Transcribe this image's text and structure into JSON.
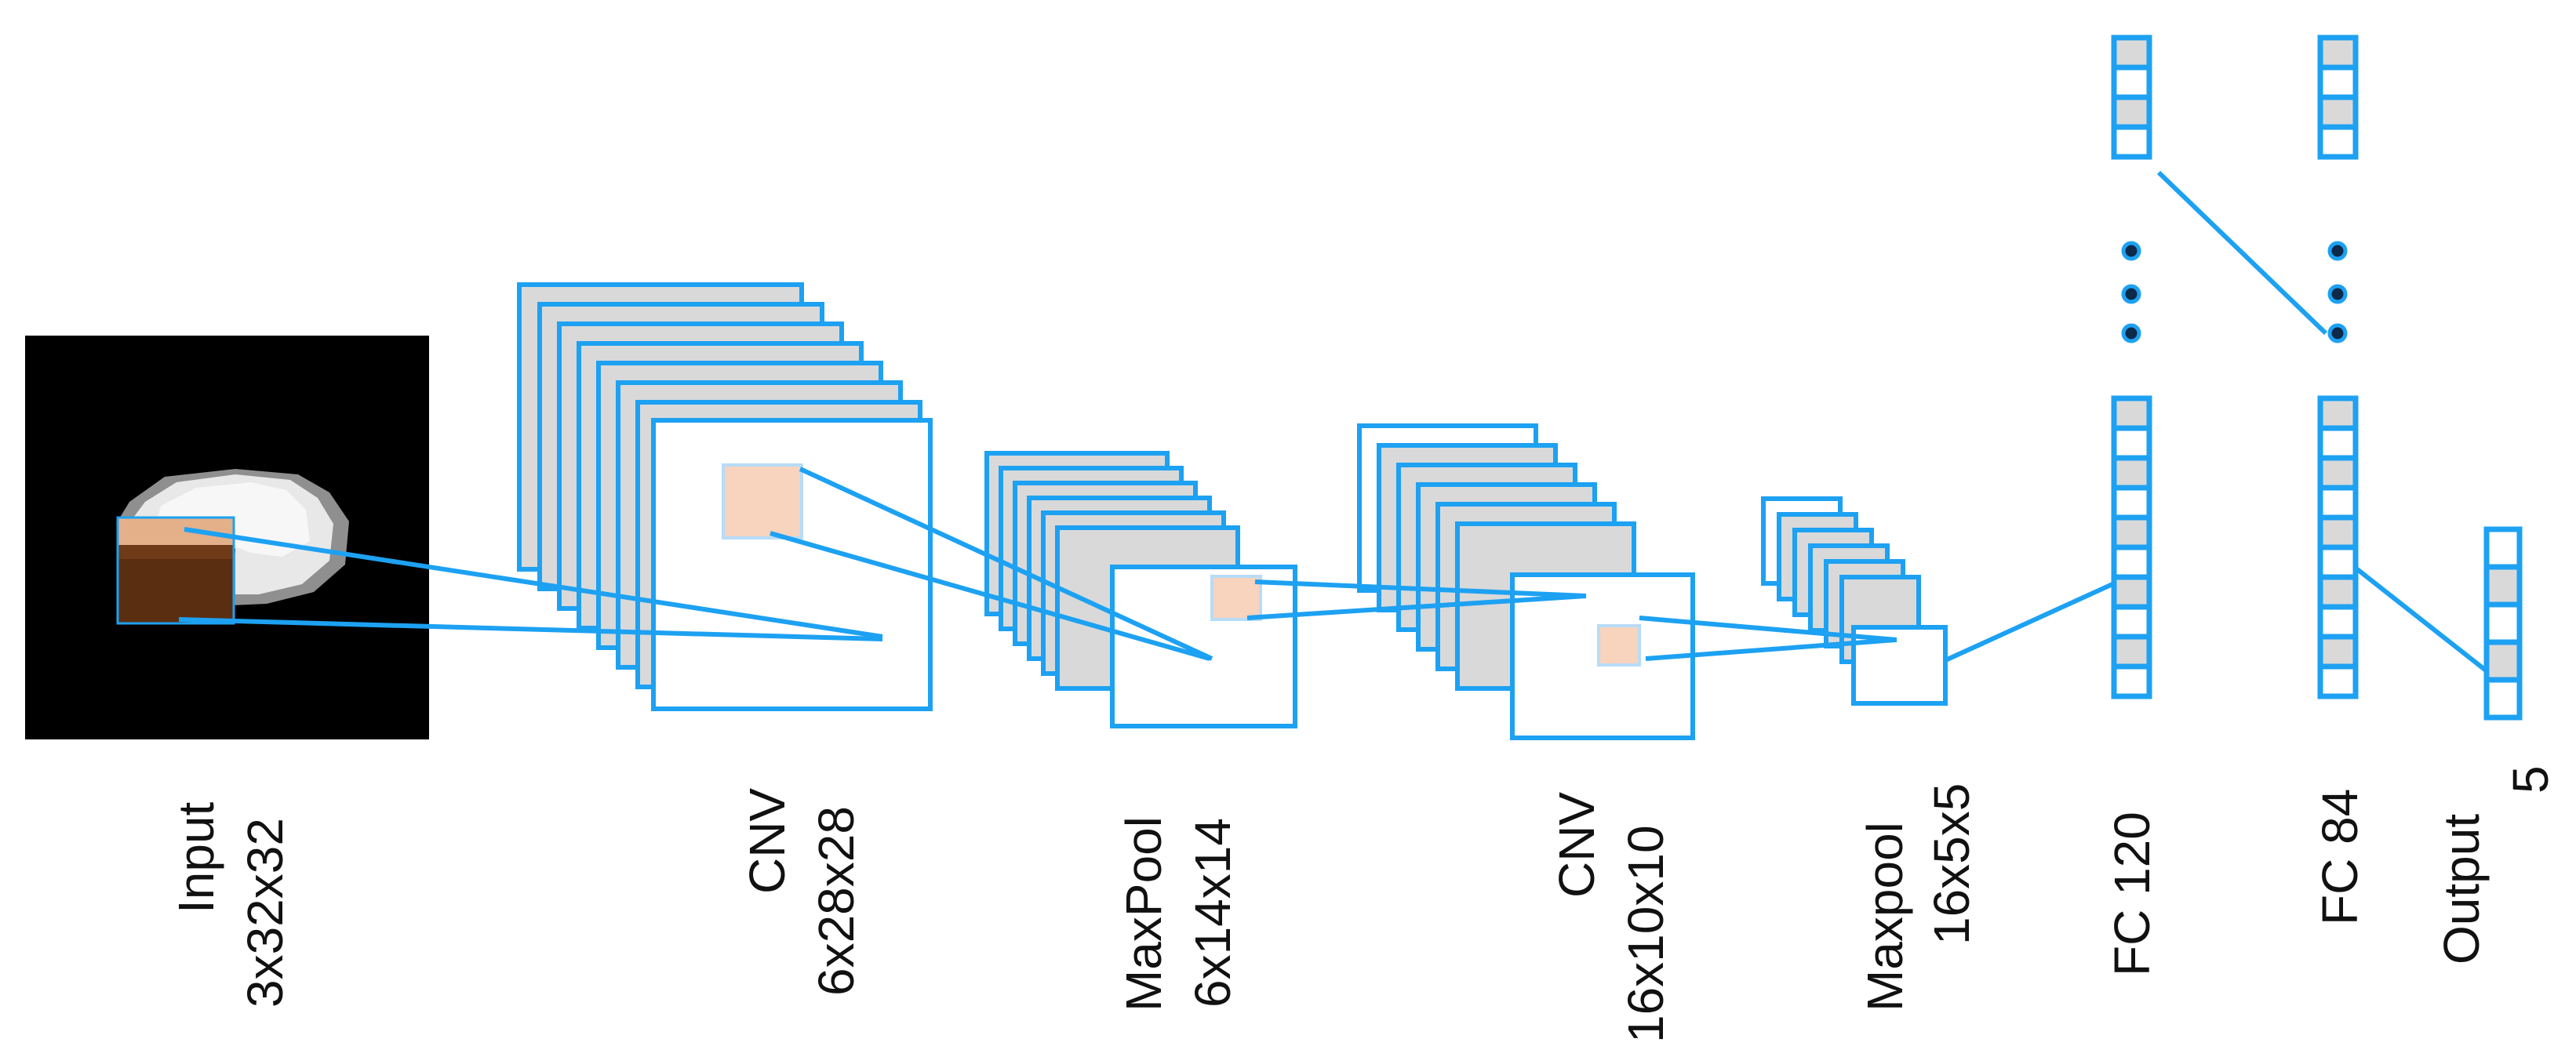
{
  "labels": {
    "input": {
      "name": "Input",
      "shape": "3x32x32"
    },
    "conv1": {
      "name": "CNV",
      "shape": "6x28x28"
    },
    "pool1": {
      "name": "MaxPool",
      "shape": "6x14x14"
    },
    "conv2": {
      "name": "CNV",
      "shape": "16x10x10"
    },
    "pool2": {
      "name": "Maxpool",
      "shape": "16x5x5"
    },
    "fc1": {
      "name": "FC 120"
    },
    "fc2": {
      "name": "FC 84"
    },
    "output": {
      "name": "Output",
      "shape": "5"
    }
  },
  "colors": {
    "stroke": "#1da1f2",
    "layer_fill": "#d9d9d9",
    "kernel": "#f8d3bd",
    "ellipsis_dot": "#0d2a4a",
    "image_bg": "#000000"
  }
}
